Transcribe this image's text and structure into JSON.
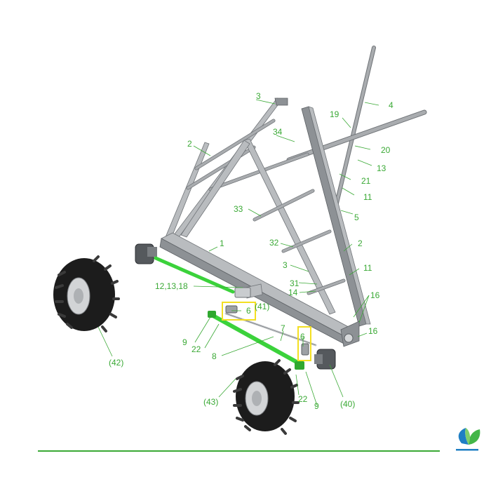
{
  "callouts": {
    "c1": "1",
    "c2a": "2",
    "c2b": "2",
    "c3a": "3",
    "c3b": "3",
    "c4": "4",
    "c5": "5",
    "c6a": "6",
    "c6b": "6",
    "c7": "7",
    "c8": "8",
    "c9a": "9",
    "c9b": "9",
    "c11a": "11",
    "c11b": "11",
    "c12": "12,13,18",
    "c13": "13",
    "c14": "14",
    "c16a": "16",
    "c16b": "16",
    "c19": "19",
    "c20": "20",
    "c21": "21",
    "c22a": "22",
    "c22b": "22",
    "c31": "31",
    "c32": "32",
    "c33": "33",
    "c34": "34",
    "c40": "(40)",
    "c41": "(41)",
    "c42": "(42)",
    "c43": "(43)"
  },
  "colors": {
    "callout_text": "#3aa935",
    "green_parts": "#3bd23b",
    "highlight_box": "#f3df22",
    "footer_rule": "#3aa935",
    "logo_blue": "#1f7fc4",
    "logo_green": "#43b649"
  },
  "icons": {
    "logo": "leaf-drop-logo-icon"
  }
}
